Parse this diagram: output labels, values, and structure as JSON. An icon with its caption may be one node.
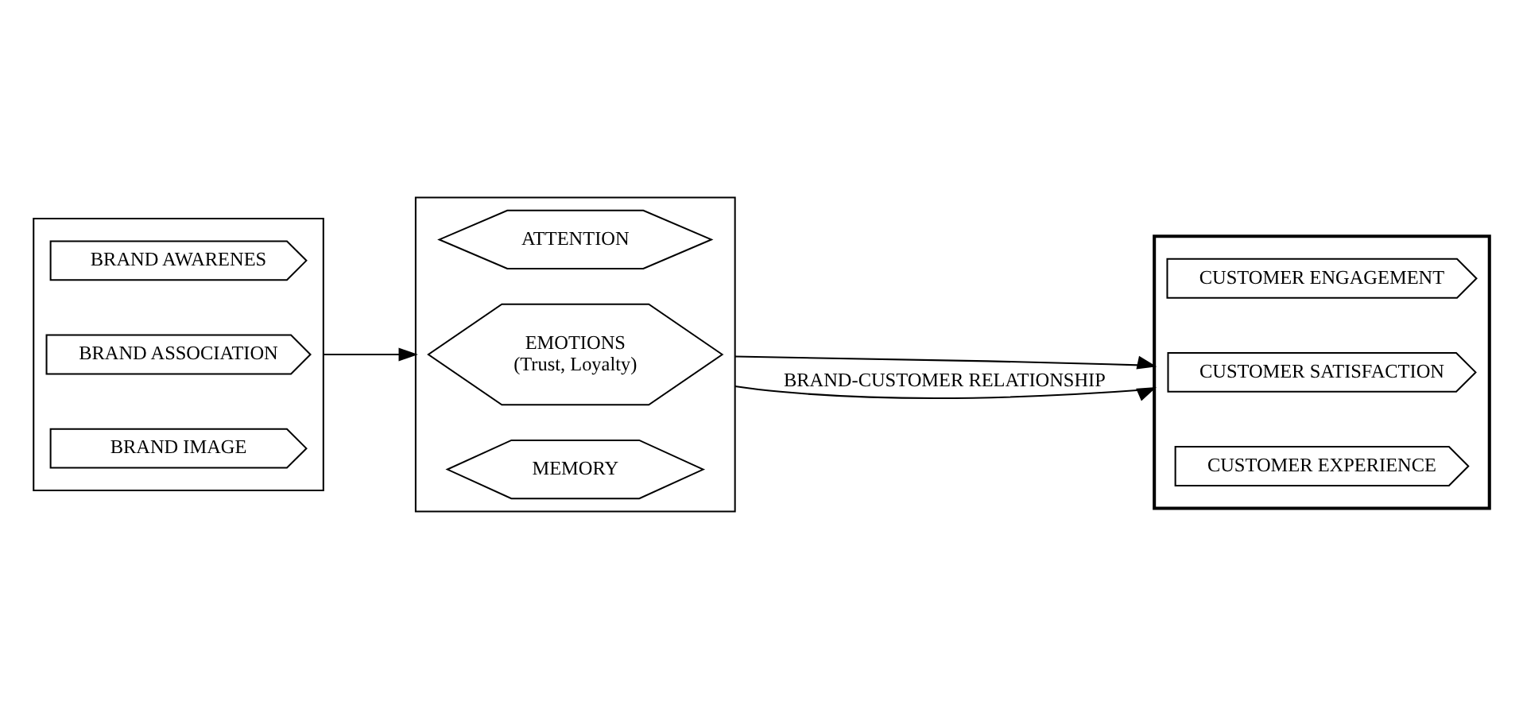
{
  "diagram": {
    "nodes": [
      {
        "text": [],
        "shape": "box"
      },
      {
        "text": [
          "BRAND AWARENES"
        ],
        "in": 0
      },
      {
        "text": [
          "BRAND ASSOCIATION"
        ],
        "in": 0
      },
      {
        "text": [
          "BRAND IMAGE"
        ],
        "in": 0
      },
      {
        "text": [],
        "shape": "box"
      },
      {
        "text": [
          "ATTENTION"
        ],
        "in": 4
      },
      {
        "text": [
          "EMOTIONS",
          "(Trust, Loyalty)"
        ],
        "in": 4
      },
      {
        "text": [
          "MEMORY"
        ],
        "in": 4
      },
      {
        "text": [],
        "shape": "chevron"
      },
      {
        "text": [
          "CUSTOMER ENGAGEMENT"
        ],
        "in": 8
      },
      {
        "text": [
          "CUSTOMER SATISFACTION"
        ],
        "in": 8
      },
      {
        "text": [
          "CUSTOMER EXPERIENCE"
        ],
        "in": 8
      }
    ],
    "edges": [
      {
        "from": 0,
        "to": 4,
        "arrow": "to"
      },
      {
        "from": 4,
        "to": 8,
        "arrow": "to"
      },
      {
        "from": 4,
        "to": 8,
        "arrow": "to",
        "label": "BRAND-CUSTOMER RELATIONSHIP"
      }
    ]
  }
}
